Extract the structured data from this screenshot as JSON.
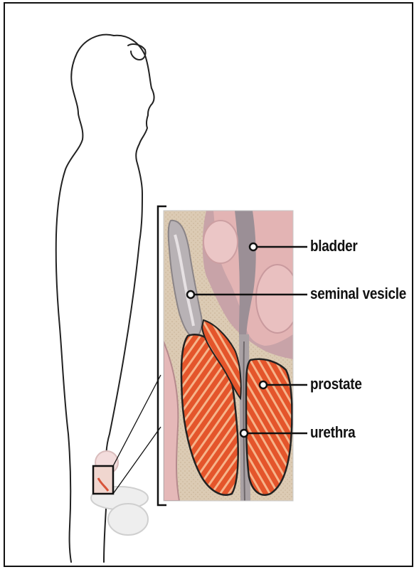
{
  "diagram": {
    "labels": {
      "bladder": "bladder",
      "seminal_vesicle": "seminal vesicle",
      "prostate": "prostate",
      "urethra": "urethra"
    },
    "colors": {
      "outline": "#111111",
      "prostate_orange": "#e8552a",
      "prostate_light": "#f4a77c",
      "bladder_pink": "#e2b3b0",
      "tissue_beige": "#d7c6ae",
      "vesicle_grey": "#b9b3b5",
      "urethra_grey": "#a7a1a3"
    }
  }
}
